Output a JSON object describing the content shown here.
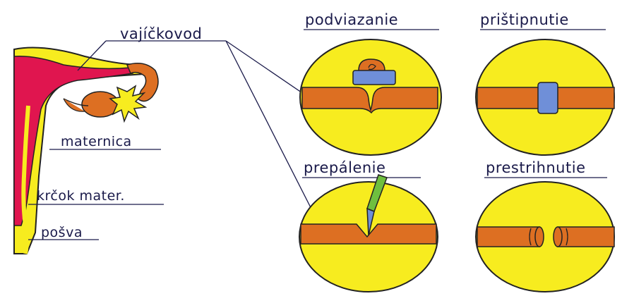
{
  "labels": {
    "oviduct": "vajíčkovod",
    "uterus": "maternica",
    "cervix": "krčok mater.",
    "vagina": "pošva"
  },
  "methods": {
    "ligation": "podviazanie",
    "clipping": "prištipnutie",
    "cauterization": "prepálenie",
    "cutting": "prestrihnutie"
  },
  "colors": {
    "yellow": "#f7ec1f",
    "red": "#e0154f",
    "orange": "#dd6f22",
    "blue": "#6f8fd8",
    "green": "#6fbf3f",
    "ink": "#1a1a4a"
  }
}
